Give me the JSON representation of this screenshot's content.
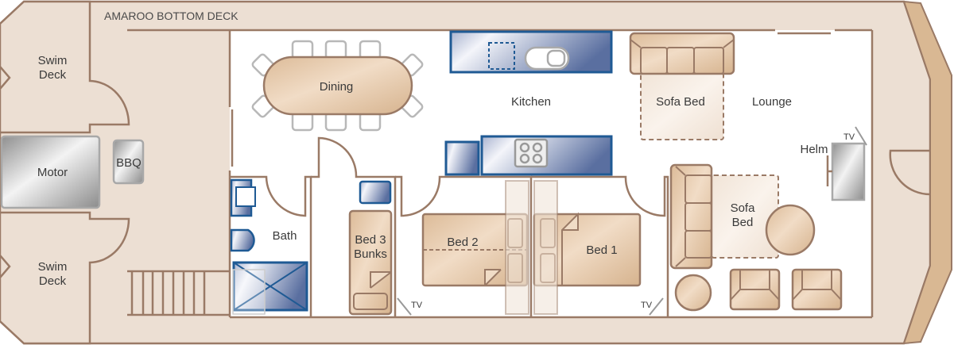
{
  "title": "AMAROO BOTTOM DECK",
  "rooms": {
    "swim_deck_top": [
      "Swim",
      "Deck"
    ],
    "swim_deck_bottom": [
      "Swim",
      "Deck"
    ],
    "motor": "Motor",
    "bbq": "BBQ",
    "dining": "Dining",
    "kitchen": "Kitchen",
    "sofa_bed_top": "Sofa Bed",
    "lounge": "Lounge",
    "helm": "Helm",
    "helm_tv": "TV",
    "sofa_bed_lounge": [
      "Sofa",
      "Bed"
    ],
    "bath": "Bath",
    "bed3": [
      "Bed 3",
      "Bunks"
    ],
    "bed2": "Bed 2",
    "bed1": "Bed 1",
    "tv_bed3": "TV",
    "tv_bed1": "TV"
  },
  "colors": {
    "deck": "#ecdfd3",
    "wall": "#9a7a66",
    "furniture": "#e3c5a5",
    "kitchen_blue": "#1f5a94"
  }
}
